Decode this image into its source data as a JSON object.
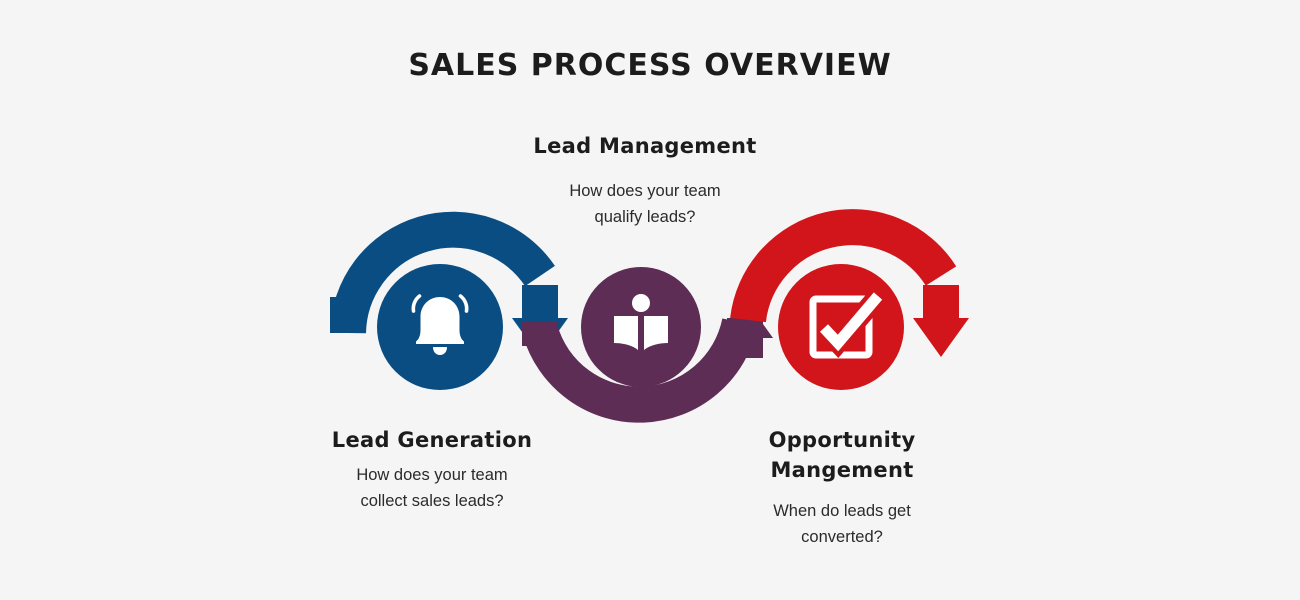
{
  "page": {
    "title": "SALES PROCESS OVERVIEW",
    "background_color": "#f5f5f5",
    "text_color": "#1c1c1c"
  },
  "diagram": {
    "type": "process-flow",
    "orientation": "horizontal-serpentine",
    "stages": [
      {
        "id": "lead-generation",
        "label": "Lead Generation",
        "description": "How does your team collect sales leads?",
        "description_line1": "How does your team",
        "description_line2": "collect sales leads?",
        "icon": "bell-icon",
        "color": "#0a4d82",
        "label_position": "below",
        "order": 1
      },
      {
        "id": "lead-management",
        "label": "Lead Management",
        "description": "How does your team qualify leads?",
        "description_line1": "How does your team",
        "description_line2": "qualify leads?",
        "icon": "open-book-icon",
        "color": "#5d2d55",
        "label_position": "above",
        "order": 2
      },
      {
        "id": "opportunity-mangement",
        "label": "Opportunity Mangement",
        "label_line1": "Opportunity",
        "label_line2": "Mangement",
        "description": "When do leads get converted?",
        "description_line1": "When do leads get",
        "description_line2": "converted?",
        "icon": "checkbox-check-icon",
        "color": "#d1151a",
        "label_position": "below",
        "order": 3
      }
    ],
    "connectors": [
      {
        "id": "connector-blue",
        "from": "lead-generation",
        "to": "lead-management",
        "color": "#0a4d82",
        "direction": "over-top-clockwise",
        "arrow": "down"
      },
      {
        "id": "connector-purple",
        "from": "lead-management",
        "to": "opportunity-mangement",
        "color": "#5d2d55",
        "direction": "under-bottom-clockwise",
        "arrow": "up"
      },
      {
        "id": "connector-red",
        "from": "opportunity-mangement",
        "to": "end",
        "color": "#d1151a",
        "direction": "over-top-clockwise",
        "arrow": "down"
      }
    ]
  }
}
